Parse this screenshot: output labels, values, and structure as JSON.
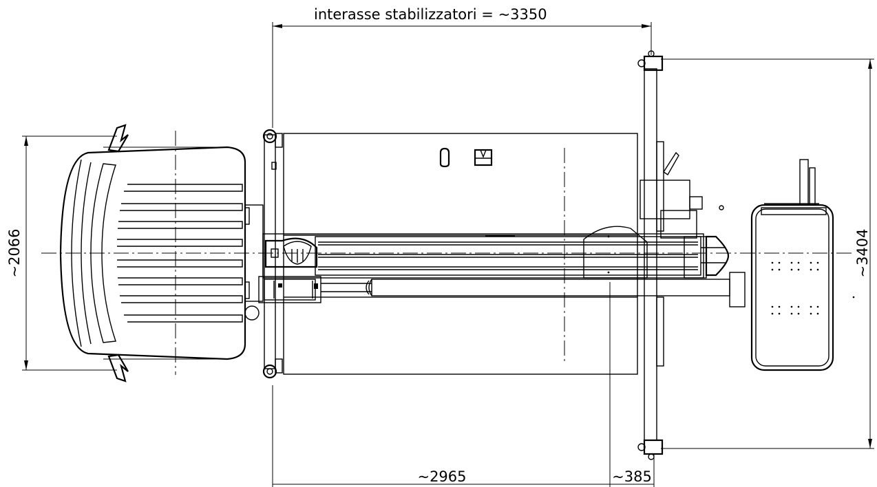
{
  "dimensions": {
    "outrigger_spacing": "interasse stabilizzatori = ~3350",
    "cab_width": "~2066",
    "outrigger_span": "~3404",
    "body_length": "~2965",
    "offset": "~385"
  },
  "colors": {
    "line": "#000000",
    "background": "#ffffff"
  }
}
